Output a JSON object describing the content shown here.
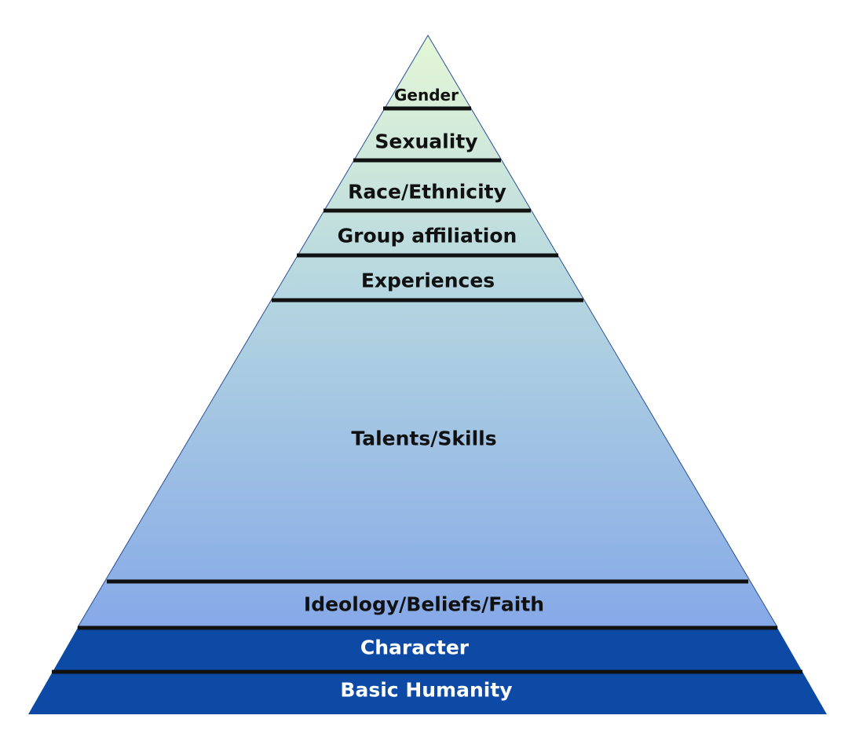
{
  "pyramid": {
    "tiers": [
      {
        "label": "Gender",
        "text_color": "#111111"
      },
      {
        "label": "Sexuality",
        "text_color": "#111111"
      },
      {
        "label": "Race/Ethnicity",
        "text_color": "#111111"
      },
      {
        "label": "Group affiliation",
        "text_color": "#111111"
      },
      {
        "label": "Experiences",
        "text_color": "#111111"
      },
      {
        "label": "Talents/Skills",
        "text_color": "#111111"
      },
      {
        "label": "Ideology/Beliefs/Faith",
        "text_color": "#111111"
      },
      {
        "label": "Character",
        "text_color": "#ffffff"
      },
      {
        "label": "Basic Humanity",
        "text_color": "#ffffff"
      }
    ],
    "colors": {
      "apex": "#e4f7d6",
      "middle": "#b3d5e0",
      "lower": "#86a9e8",
      "base": "#0c4aa6",
      "divider": "#111111",
      "outline": "#2b4f96"
    }
  }
}
